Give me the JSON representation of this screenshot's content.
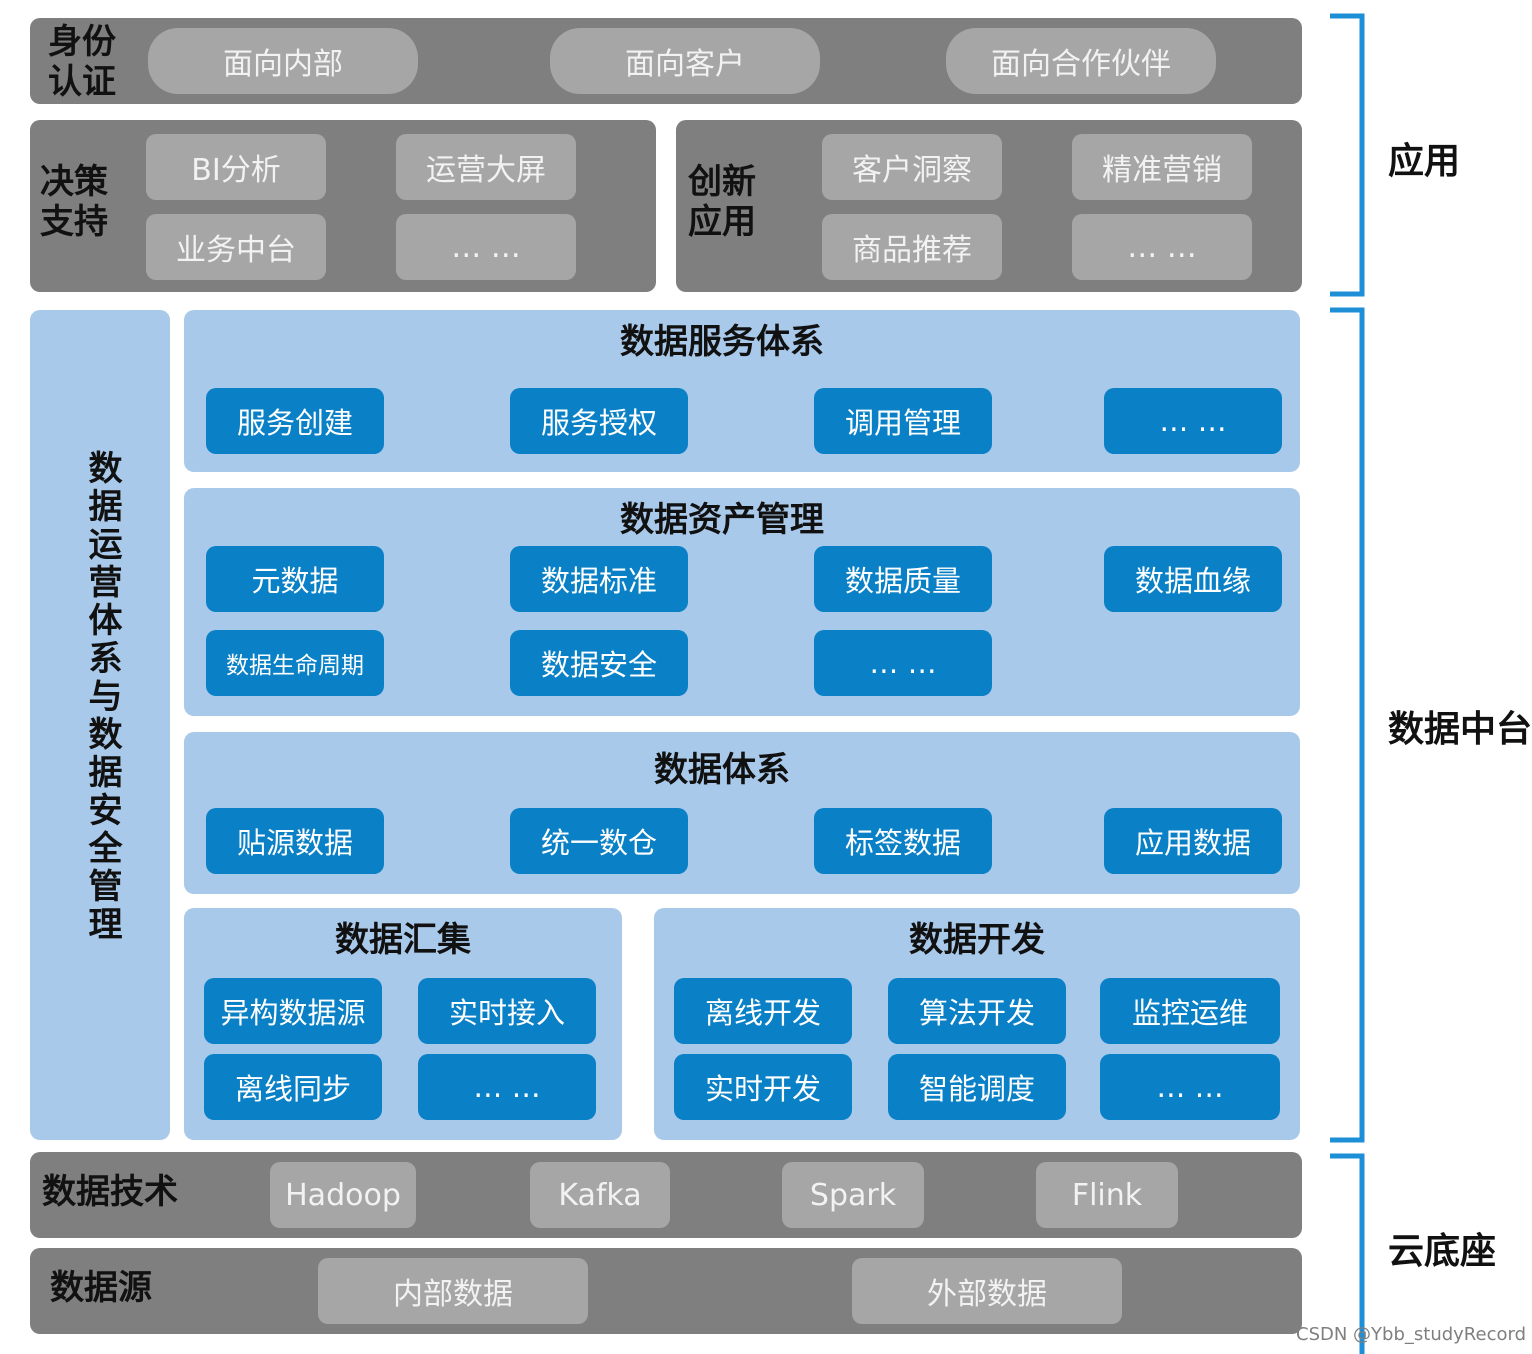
{
  "app": {
    "identity": {
      "label": "身份认证",
      "items": [
        "面向内部",
        "面向客户",
        "面向合作伙伴"
      ]
    },
    "decision": {
      "label": "决策支持",
      "items": [
        "BI分析",
        "运营大屏",
        "业务中台",
        "… …"
      ]
    },
    "innovation": {
      "label": "创新应用",
      "items": [
        "客户洞察",
        "精准营销",
        "商品推荐",
        "… …"
      ]
    }
  },
  "middle": {
    "side_label": "数据运营体系与数据安全管理",
    "service": {
      "title": "数据服务体系",
      "items": [
        "服务创建",
        "服务授权",
        "调用管理",
        "… …"
      ]
    },
    "asset": {
      "title": "数据资产管理",
      "items": [
        "元数据",
        "数据标准",
        "数据质量",
        "数据血缘",
        "数据生命周期",
        "数据安全",
        "… …"
      ]
    },
    "system": {
      "title": "数据体系",
      "items": [
        "贴源数据",
        "统一数仓",
        "标签数据",
        "应用数据"
      ]
    },
    "collect": {
      "title": "数据汇集",
      "items": [
        "异构数据源",
        "实时接入",
        "离线同步",
        "… …"
      ]
    },
    "develop": {
      "title": "数据开发",
      "items": [
        "离线开发",
        "算法开发",
        "监控运维",
        "实时开发",
        "智能调度",
        "… …"
      ]
    }
  },
  "base": {
    "tech": {
      "label": "数据技术",
      "items": [
        "Hadoop",
        "Kafka",
        "Spark",
        "Flink"
      ]
    },
    "source": {
      "label": "数据源",
      "items": [
        "内部数据",
        "外部数据"
      ]
    }
  },
  "side_labels": {
    "app": "应用",
    "middle": "数据中台",
    "base": "云底座"
  },
  "colors": {
    "grey_band": "#7f7f7f",
    "grey_item": "#a6a6a6",
    "light_blue": "#a9c9eb",
    "blue_button": "#0a80c6",
    "bracket": "#1d8fd6"
  },
  "watermark": "CSDN @Ybb_studyRecord"
}
